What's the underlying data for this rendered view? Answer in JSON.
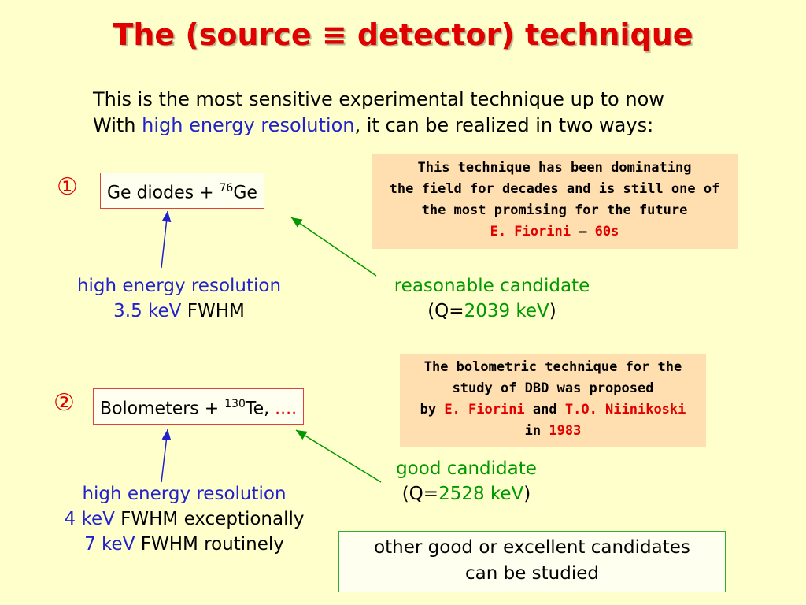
{
  "title": "The (source ≡ detector) technique",
  "intro": {
    "line1": "This is the most sensitive experimental technique up to now",
    "line2_pre": "With ",
    "line2_highlight": "high energy resolution",
    "line2_post": ", it can be realized in two ways:"
  },
  "way1": {
    "marker": "①",
    "box_pre": "Ge diodes + ",
    "box_sup": "76",
    "box_post": "Ge",
    "note": {
      "line1": "This technique has been dominating",
      "line2": "the field for decades and is still one of",
      "line3": "the most promising for the future",
      "author": "E. Fiorini",
      "dash": " – ",
      "year": "60s"
    },
    "left_label": {
      "line1": "high energy resolution",
      "value": "3.5 keV",
      "unit": " FWHM"
    },
    "right_label": {
      "line1": "reasonable candidate",
      "q_pre": "(Q=",
      "q_value": "2039 keV",
      "q_post": ")"
    }
  },
  "way2": {
    "marker": "②",
    "box_pre": "Bolometers + ",
    "box_sup": "130",
    "box_post": "Te, ",
    "box_dots": "....",
    "note": {
      "line1": "The bolometric technique for the",
      "line2": "study of DBD was proposed",
      "by": "by ",
      "author1": "E. Fiorini",
      "and": " and ",
      "author2": "T.O. Niinikoski",
      "in": "in ",
      "year": "1983"
    },
    "left_label": {
      "line1": "high energy resolution",
      "value1": "4 keV",
      "text1": " FWHM exceptionally",
      "value2": "7 keV",
      "text2": " FWHM routinely"
    },
    "right_label": {
      "line1": "good candidate",
      "q_pre": "(Q=",
      "q_value": "2528 keV",
      "q_post": ")"
    }
  },
  "bottom_box": {
    "line1": "other good or excellent candidates",
    "line2": "can be studied"
  },
  "colors": {
    "background": "#ffffcc",
    "title": "#e00000",
    "blue": "#2222cc",
    "green": "#009900",
    "note_bg": "#ffdeb0"
  }
}
